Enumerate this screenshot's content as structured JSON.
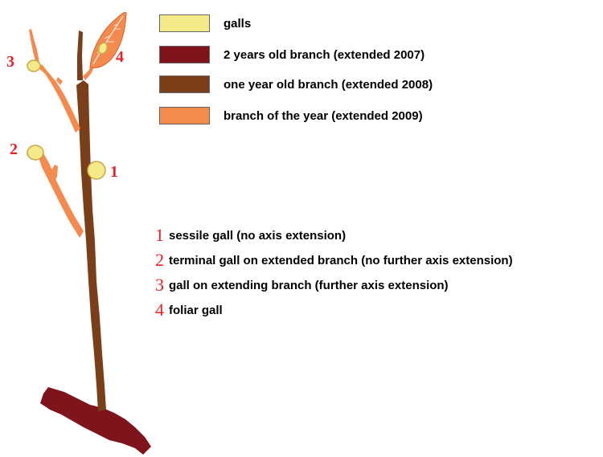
{
  "legend": [
    {
      "label": "galls",
      "color": "#f5ea8a"
    },
    {
      "label": "2 years old branch (extended 2007)",
      "color": "#80141c"
    },
    {
      "label": "one year old branch (extended 2008)",
      "color": "#7a3f19"
    },
    {
      "label": "branch of the year (extended 2009)",
      "color": "#f58a4e"
    }
  ],
  "gall_types": [
    {
      "number": "1",
      "label": "sessile gall (no axis extension)"
    },
    {
      "number": "2",
      "label": "terminal gall on extended branch (no further axis extension)"
    },
    {
      "number": "3",
      "label": "gall on extending branch (further axis extension)"
    },
    {
      "number": "4",
      "label": "foliar gall"
    }
  ],
  "figure_labels": [
    "1",
    "2",
    "3",
    "4"
  ],
  "colors": {
    "gall_outline": "#c9a64a",
    "number_red": "#e8202a"
  }
}
